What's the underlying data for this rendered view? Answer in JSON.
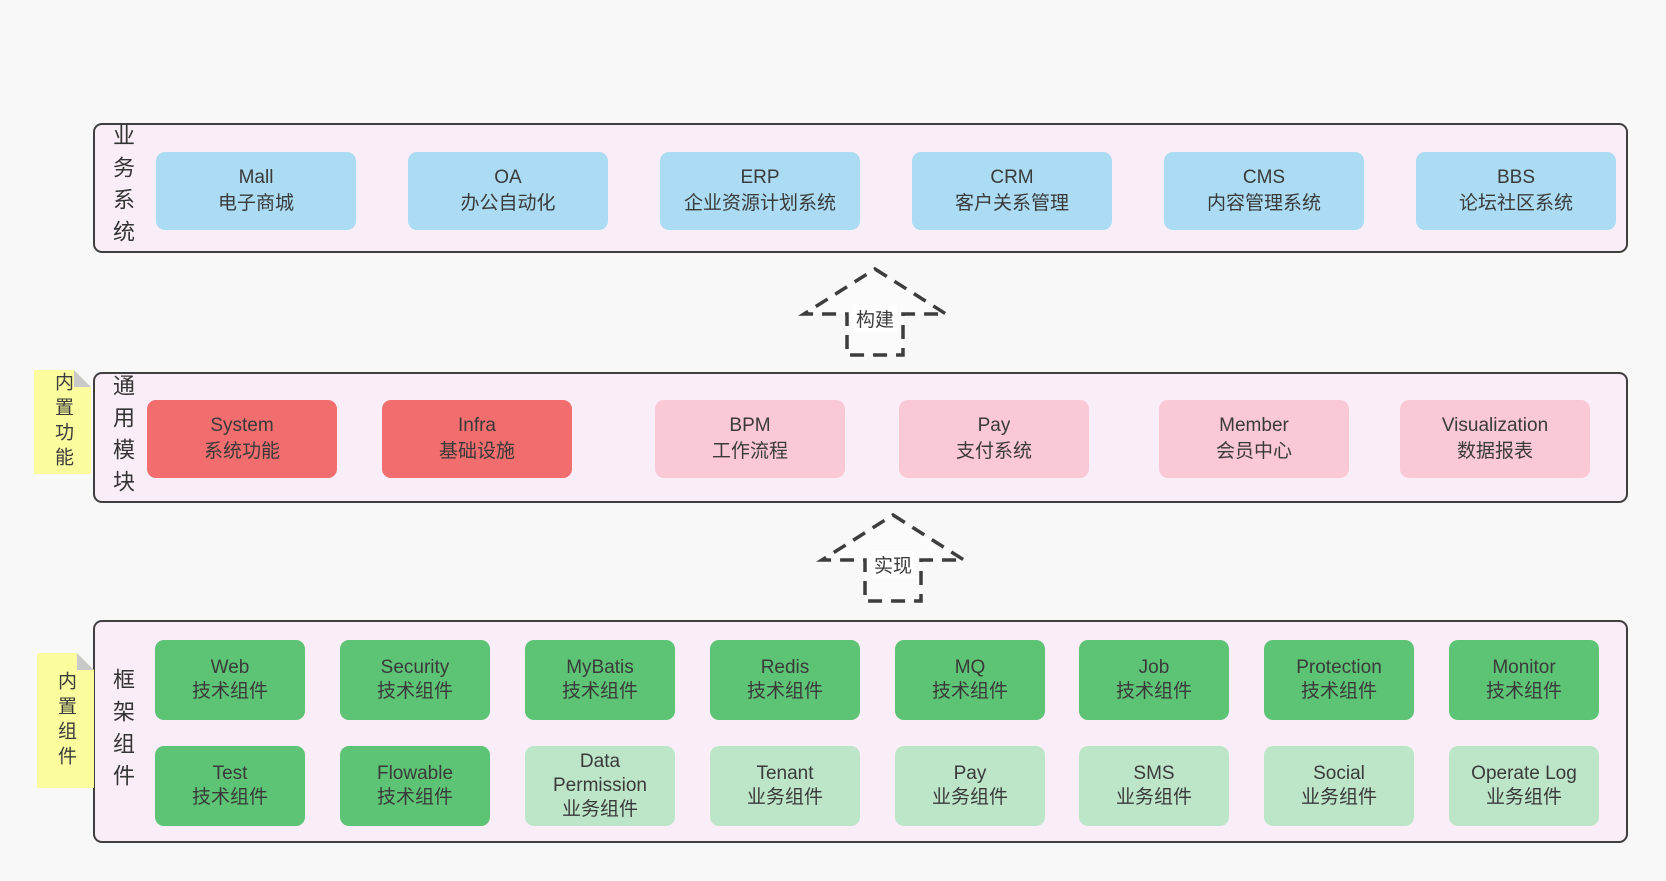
{
  "colors": {
    "page_bg": "#f8f8f8",
    "band_bg": "#f9eef7",
    "band_border": "#3f3f3f",
    "blue": "#abdcf4",
    "red": "#f26d6e",
    "pink": "#fbc9d5",
    "green": "#5ec475",
    "light_green": "#bde6c8",
    "note_yellow": "#fafc9e",
    "text": "#3b3b3b"
  },
  "bands": [
    {
      "id": "business-systems",
      "label": "业务系统",
      "boxes": [
        {
          "title": "Mall",
          "subtitle": "电子商城",
          "variant": "blue"
        },
        {
          "title": "OA",
          "subtitle": "办公自动化",
          "variant": "blue"
        },
        {
          "title": "ERP",
          "subtitle": "企业资源计划系统",
          "variant": "blue"
        },
        {
          "title": "CRM",
          "subtitle": "客户关系管理",
          "variant": "blue"
        },
        {
          "title": "CMS",
          "subtitle": "内容管理系统",
          "variant": "blue"
        },
        {
          "title": "BBS",
          "subtitle": "论坛社区系统",
          "variant": "blue"
        }
      ]
    },
    {
      "id": "common-modules",
      "label": "通用模块",
      "note": "内置功能",
      "boxes": [
        {
          "title": "System",
          "subtitle": "系统功能",
          "variant": "red"
        },
        {
          "title": "Infra",
          "subtitle": "基础设施",
          "variant": "red"
        },
        {
          "title": "BPM",
          "subtitle": "工作流程",
          "variant": "pink"
        },
        {
          "title": "Pay",
          "subtitle": "支付系统",
          "variant": "pink"
        },
        {
          "title": "Member",
          "subtitle": "会员中心",
          "variant": "pink"
        },
        {
          "title": "Visualization",
          "subtitle": "数据报表",
          "variant": "pink"
        }
      ]
    },
    {
      "id": "framework-components",
      "label": "框架组件",
      "note": "内置组件",
      "rows": [
        [
          {
            "title": "Web",
            "subtitle": "技术组件",
            "variant": "green"
          },
          {
            "title": "Security",
            "subtitle": "技术组件",
            "variant": "green"
          },
          {
            "title": "MyBatis",
            "subtitle": "技术组件",
            "variant": "green"
          },
          {
            "title": "Redis",
            "subtitle": "技术组件",
            "variant": "green"
          },
          {
            "title": "MQ",
            "subtitle": "技术组件",
            "variant": "green"
          },
          {
            "title": "Job",
            "subtitle": "技术组件",
            "variant": "green"
          },
          {
            "title": "Protection",
            "subtitle": "技术组件",
            "variant": "green"
          },
          {
            "title": "Monitor",
            "subtitle": "技术组件",
            "variant": "green"
          }
        ],
        [
          {
            "title": "Test",
            "subtitle": "技术组件",
            "variant": "green"
          },
          {
            "title": "Flowable",
            "subtitle": "技术组件",
            "variant": "green"
          },
          {
            "title": "Data Permission",
            "subtitle": "业务组件",
            "variant": "lightgreen"
          },
          {
            "title": "Tenant",
            "subtitle": "业务组件",
            "variant": "lightgreen"
          },
          {
            "title": "Pay",
            "subtitle": "业务组件",
            "variant": "lightgreen"
          },
          {
            "title": "SMS",
            "subtitle": "业务组件",
            "variant": "lightgreen"
          },
          {
            "title": "Social",
            "subtitle": "业务组件",
            "variant": "lightgreen"
          },
          {
            "title": "Operate Log",
            "subtitle": "业务组件",
            "variant": "lightgreen"
          }
        ]
      ]
    }
  ],
  "arrows": [
    {
      "label": "构建"
    },
    {
      "label": "实现"
    }
  ]
}
